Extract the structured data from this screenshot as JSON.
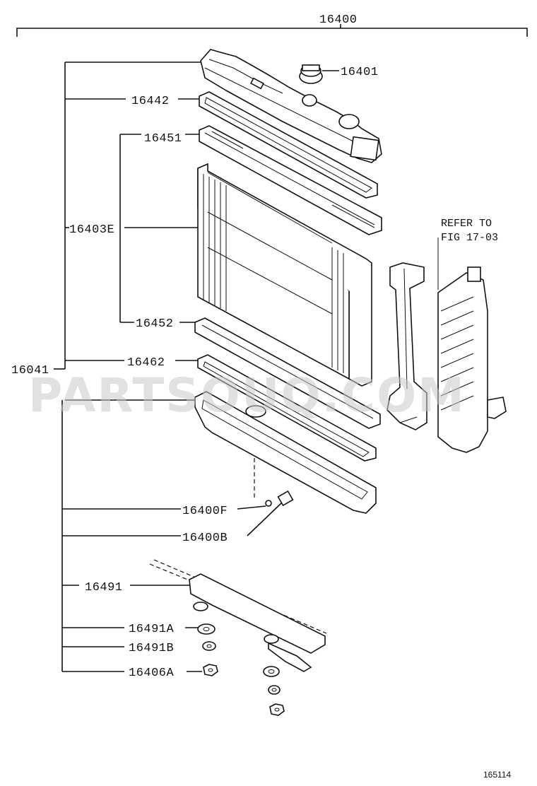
{
  "diagram": {
    "assembly_number": "16400",
    "parts": {
      "p16401": "16401",
      "p16442": "16442",
      "p16451": "16451",
      "p16403e": "16403E",
      "p16452": "16452",
      "p16041": "16041",
      "p16462": "16462",
      "p16400f": "16400F",
      "p16400b": "16400B",
      "p16491": "16491",
      "p16491a": "16491A",
      "p16491b": "16491B",
      "p16406a": "16406A"
    },
    "refer_line1": "REFER TO",
    "refer_line2": "FIG 17-03",
    "watermark": "PARTSOUQ.COM",
    "figure_number": "165114"
  }
}
